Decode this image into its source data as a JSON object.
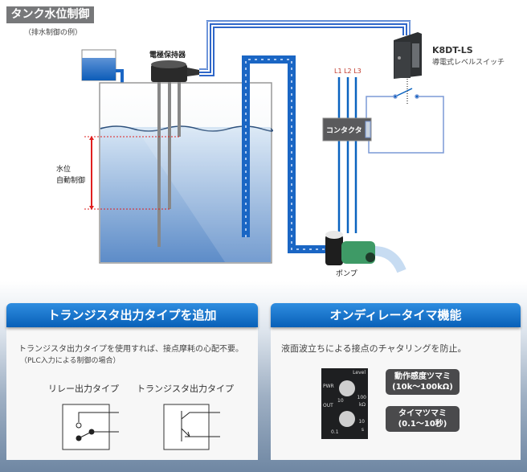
{
  "header": {
    "title": "タンク水位制御",
    "subtitle": "（排水制御の例）"
  },
  "diagram": {
    "electrode_holder_label": "電極保持器",
    "level_label_line1": "水位",
    "level_label_line2": "自動制御",
    "device_model": "K8DT-LS",
    "device_name": "導電式レベルスイッチ",
    "phases": [
      "L1",
      "L2",
      "L3"
    ],
    "contactor_label": "コンタクタ",
    "pump_label": "ポンプ"
  },
  "left_panel": {
    "title": "トランジスタ出力タイプを追加",
    "text": "トランジスタ出力タイプを使用すれば、接点摩耗の心配不要。",
    "note": "（PLC入力による制御の場合）",
    "relay_label": "リレー出力タイプ",
    "transistor_label": "トランジスタ出力タイプ"
  },
  "right_panel": {
    "title": "オンディレータイマ機能",
    "text": "液面波立ちによる接点のチャタリングを防止。",
    "front_panel": {
      "level": "Level",
      "pwr": "PWR",
      "out": "OUT",
      "sens_min": "10",
      "sens_max": "100",
      "sens_unit": "kΩ",
      "time_min": "0.1",
      "time_max": "10",
      "time_unit": "s"
    },
    "bubble1_line1": "動作感度ツマミ",
    "bubble1_line2": "(10k～100kΩ)",
    "bubble2_line1": "タイマツマミ",
    "bubble2_line2": "(0.1～10秒)"
  },
  "colors": {
    "accent": "#0a63c0",
    "title_bg": "#77787a",
    "level_marker": "#e02020"
  }
}
